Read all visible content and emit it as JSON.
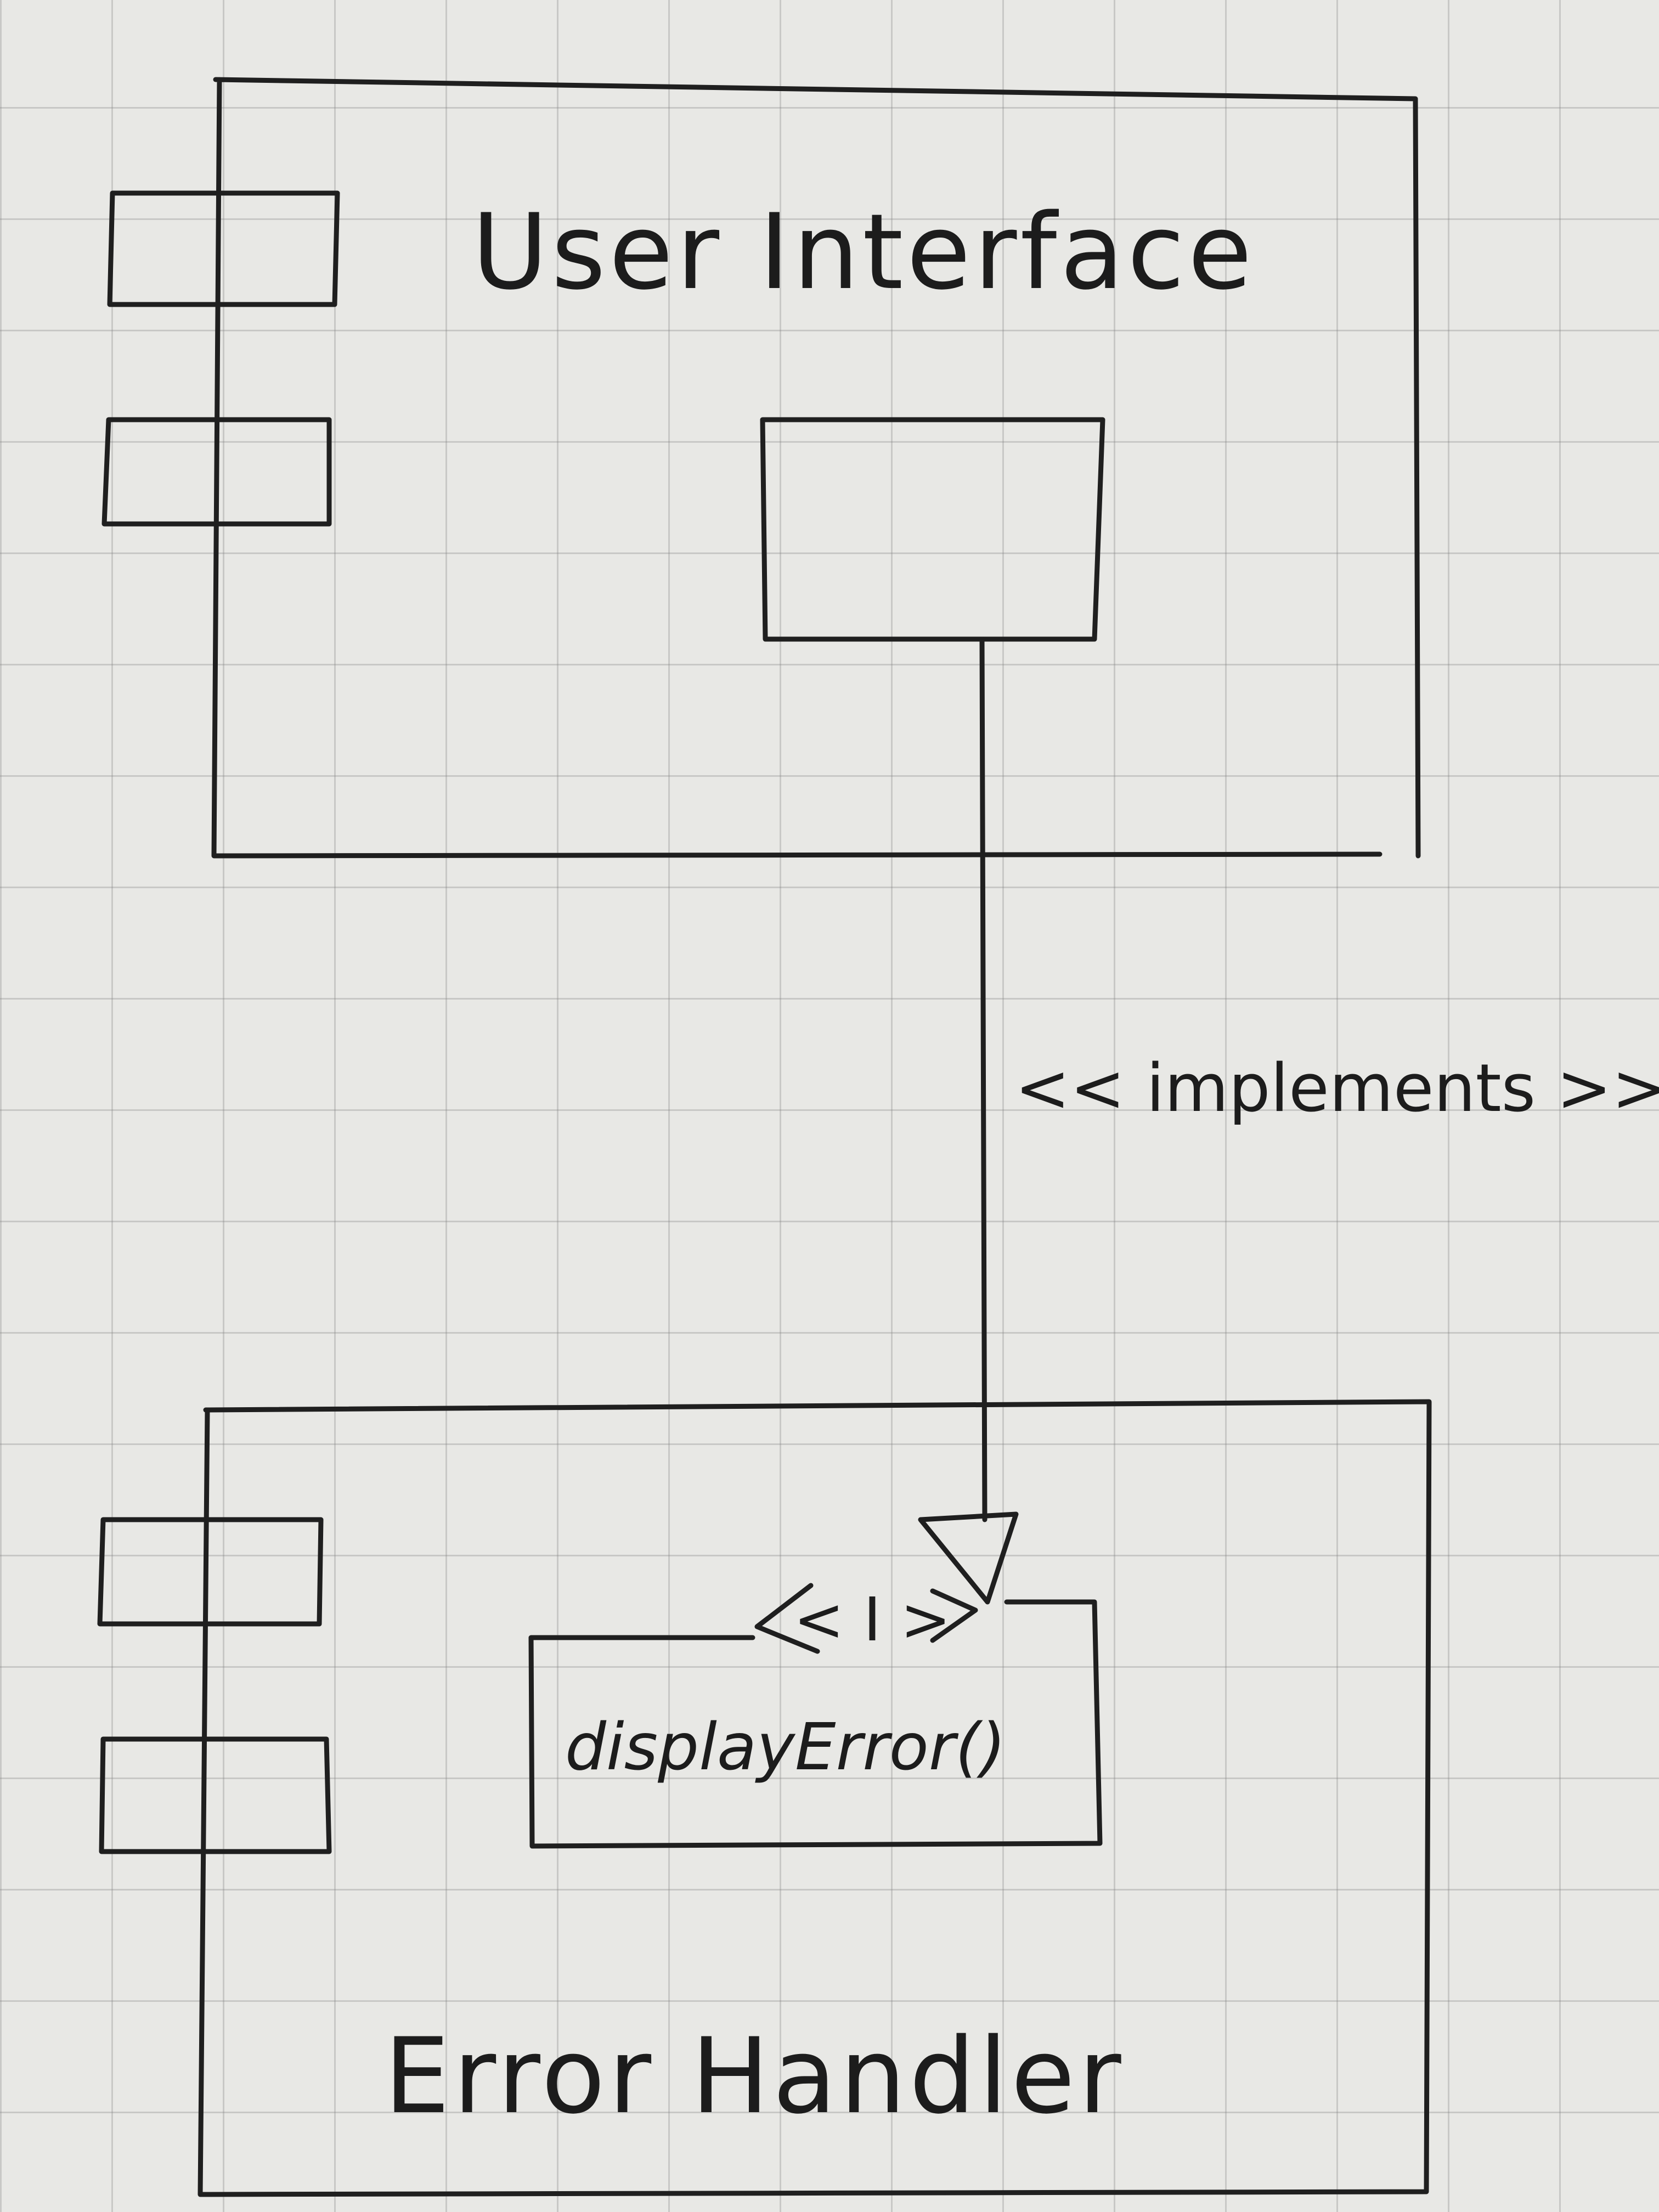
{
  "diagram": {
    "top_component": {
      "name": "User Interface"
    },
    "bottom_component": {
      "name": "Error Handler",
      "interface": {
        "stereotype": "< I >",
        "operation": "displayError()"
      }
    },
    "relation": {
      "label": "<< implements >>"
    },
    "ink_color": "#1f1f1f"
  }
}
